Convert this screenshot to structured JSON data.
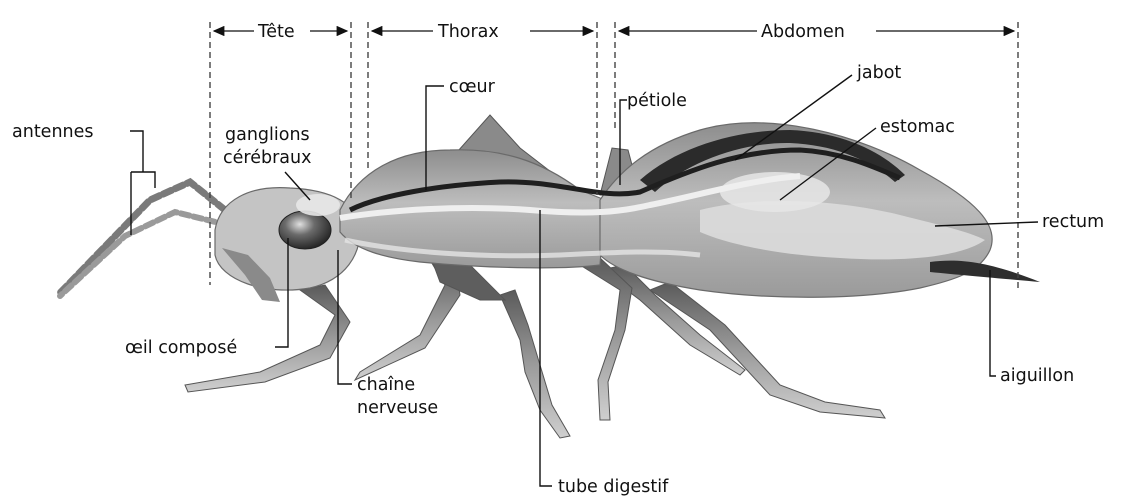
{
  "regions": {
    "head": "Tête",
    "thorax": "Thorax",
    "abdomen": "Abdomen"
  },
  "labels": {
    "antennae": "antennes",
    "brain_ganglia_line1": "ganglions",
    "brain_ganglia_line2": "cérébraux",
    "heart": "cœur",
    "petiole": "pétiole",
    "crop": "jabot",
    "stomach": "estomac",
    "rectum": "rectum",
    "compound_eye": "œil composé",
    "nerve_cord_line1": "chaîne",
    "nerve_cord_line2": "nerveuse",
    "digestive_tube": "tube digestif",
    "sting": "aiguillon"
  },
  "colors": {
    "body_light": "#d4d4d4",
    "body_mid": "#a9a9a9",
    "body_dark": "#6e6e6e",
    "organ_dark": "#2b2b2b",
    "line": "#111111"
  }
}
